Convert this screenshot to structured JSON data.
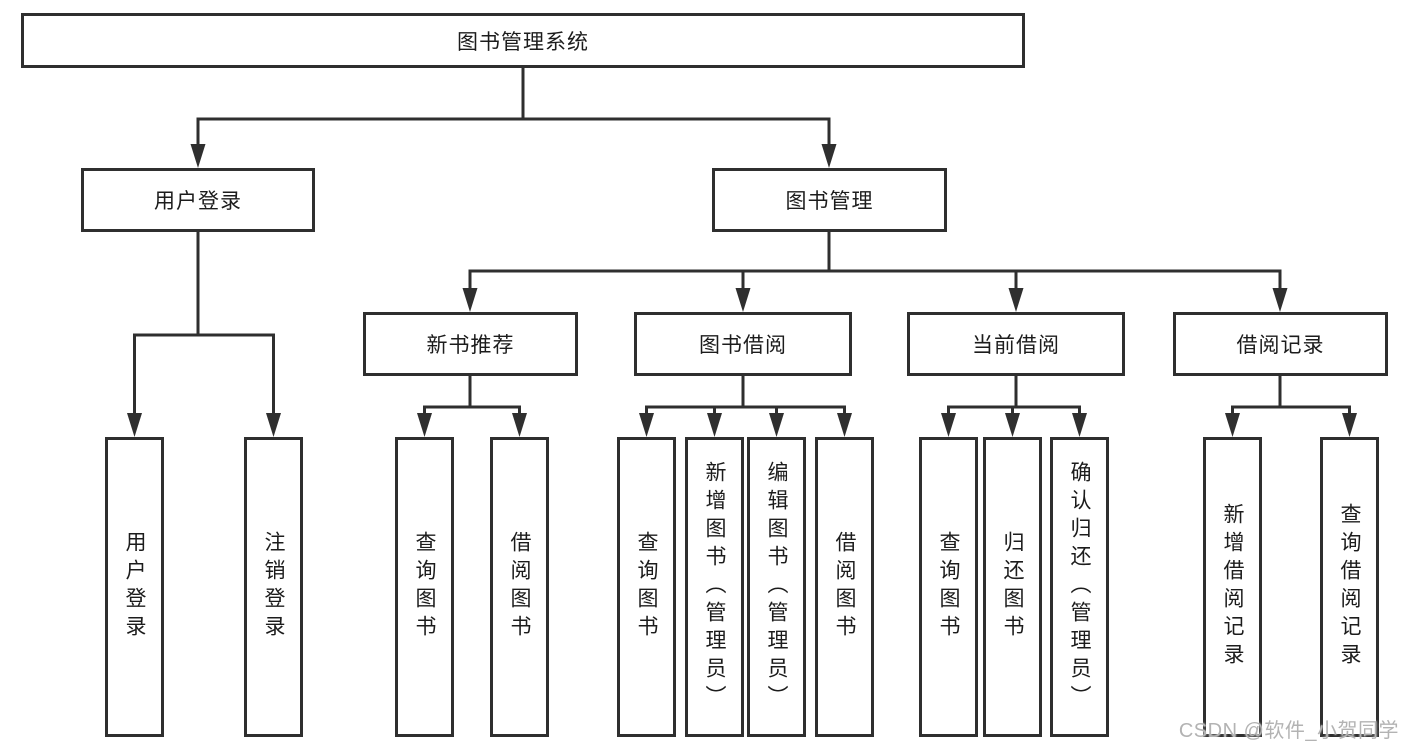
{
  "tree": {
    "root": "图书管理系统",
    "branches": [
      {
        "label": "用户登录",
        "children": [
          "用户登录",
          "注销登录"
        ]
      },
      {
        "label": "图书管理",
        "groups": [
          {
            "label": "新书推荐",
            "children": [
              "查询图书",
              "借阅图书"
            ]
          },
          {
            "label": "图书借阅",
            "children": [
              "查询图书",
              "新增图书（管理员）",
              "编辑图书（管理员）",
              "借阅图书"
            ]
          },
          {
            "label": "当前借阅",
            "children": [
              "查询图书",
              "归还图书",
              "确认归还（管理员）"
            ]
          },
          {
            "label": "借阅记录",
            "children": [
              "新增借阅记录",
              "查询借阅记录"
            ]
          }
        ]
      }
    ]
  },
  "watermark": {
    "text": "CSDN @软件_小贺同学"
  },
  "colors": {
    "line": "#2f2f2f",
    "text": "#1c1c1c",
    "background": "#ffffff",
    "watermark": "#b3b3b3"
  }
}
